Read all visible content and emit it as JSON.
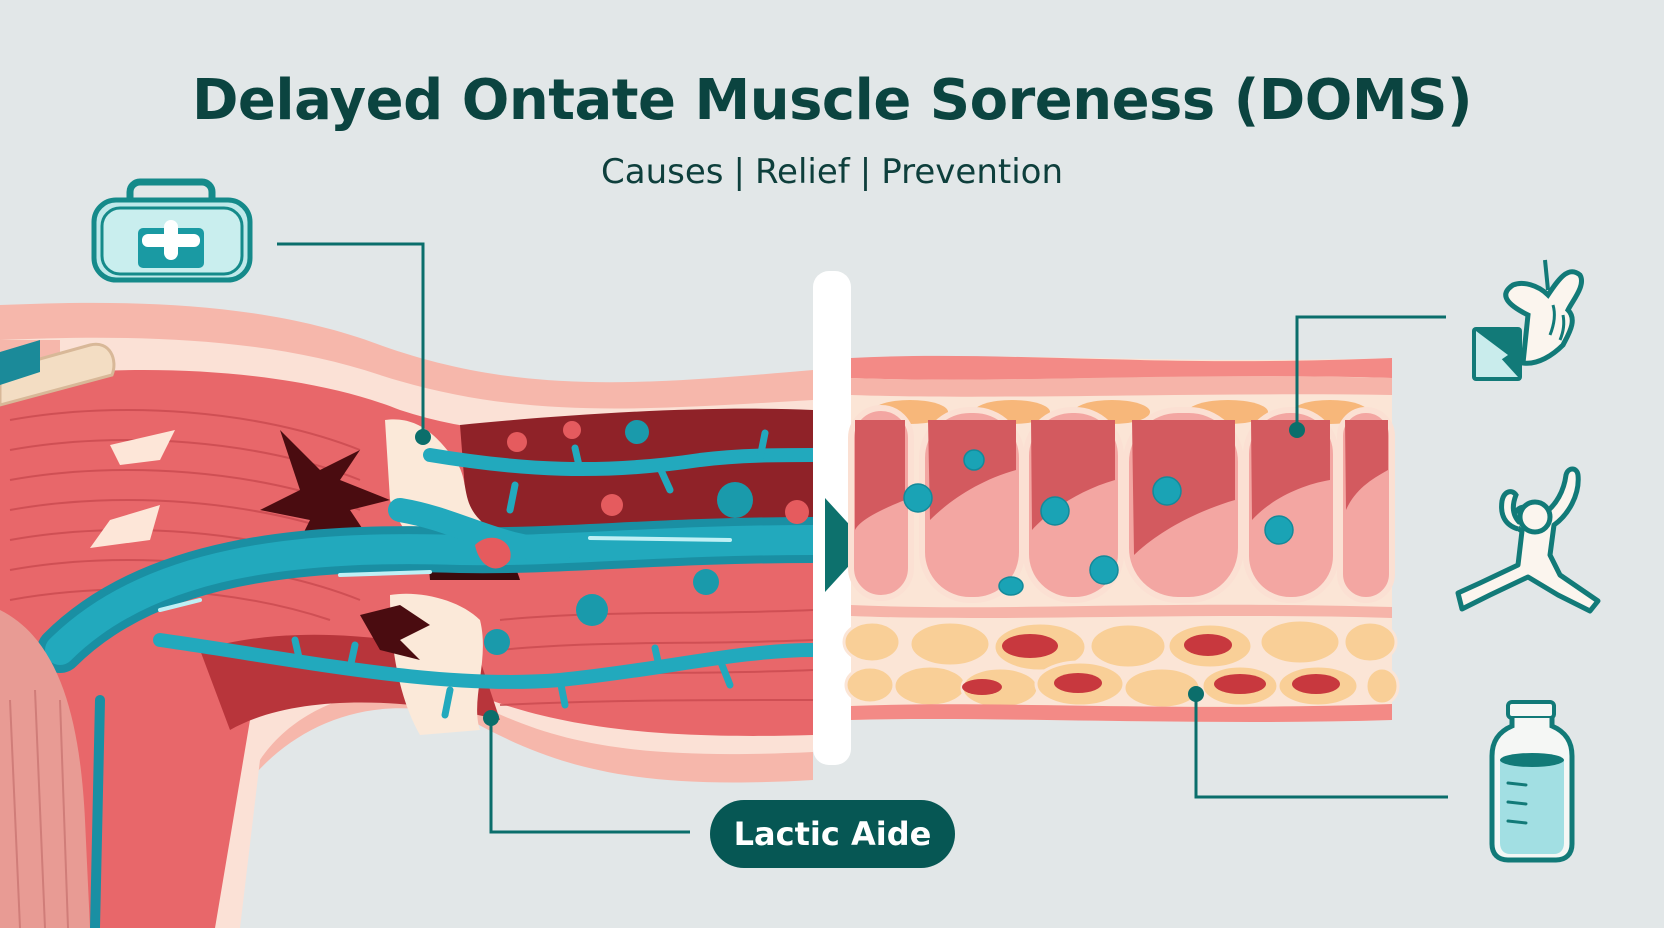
{
  "header": {
    "title": "Delayed Ontate Muscle Soreness (DOMS)",
    "subtitle_items": [
      "Causes",
      "Relief",
      "Prevention"
    ],
    "separator": "|"
  },
  "labels": {
    "bottom_pill": "Lactic Aide"
  },
  "icons": {
    "left_top": "first-aid-kit-icon",
    "right_top": "ice-pack-hand-icon",
    "right_middle": "stretching-person-icon",
    "right_bottom": "water-bottle-icon",
    "divider_arrow": "play-arrow-icon"
  },
  "panels": {
    "left": "damaged-muscle-cross-section",
    "right": "healthy-muscle-tissue-layers"
  },
  "colors": {
    "background": "#e2e7e8",
    "title": "#0b4440",
    "accent_teal": "#0b7a78",
    "vessel_blue": "#1aa3b5",
    "muscle_red": "#e8676a",
    "skin_pink": "#f6b7ab",
    "pill_bg": "#065754"
  }
}
